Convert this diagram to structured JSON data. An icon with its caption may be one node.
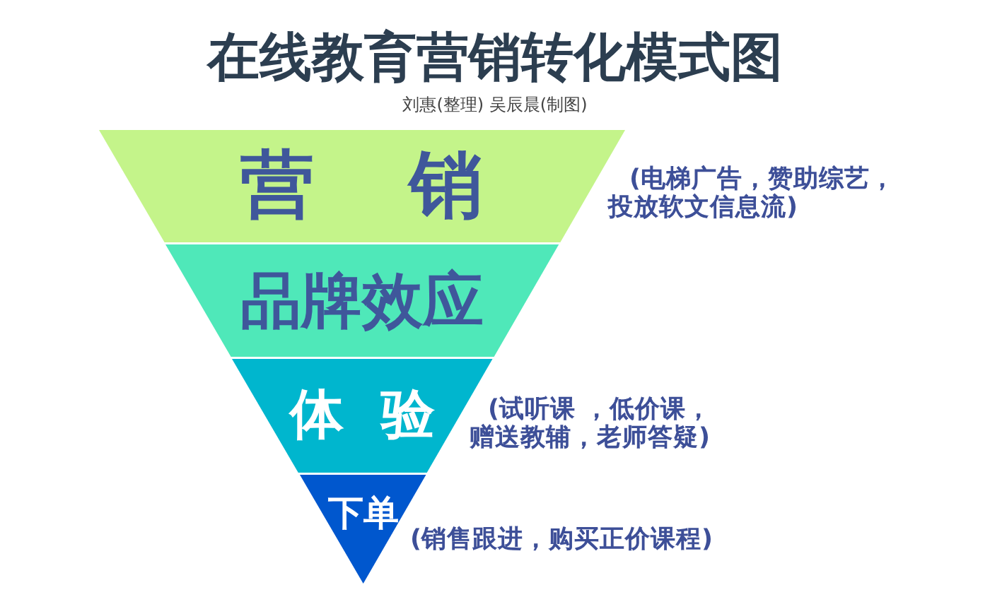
{
  "diagram": {
    "title": "在线教育营销转化模式图",
    "nodes": [
      {
        "text": [
          "营 销"
        ],
        "beside": [
          "(电梯广告，赞助综艺，投放软文信息流)"
        ]
      },
      {
        "text": [
          "品牌效应"
        ]
      },
      {
        "text": [
          "体 验"
        ],
        "beside": [
          "(试听课 ，低价课，赠送教辅，老师答疑)"
        ]
      },
      {
        "text": [
          "下单"
        ],
        "beside": [
          "(销售跟进，购买正价课程)"
        ]
      }
    ],
    "labels": [
      "刘惠(整理) 吴辰晨(制图)"
    ]
  }
}
